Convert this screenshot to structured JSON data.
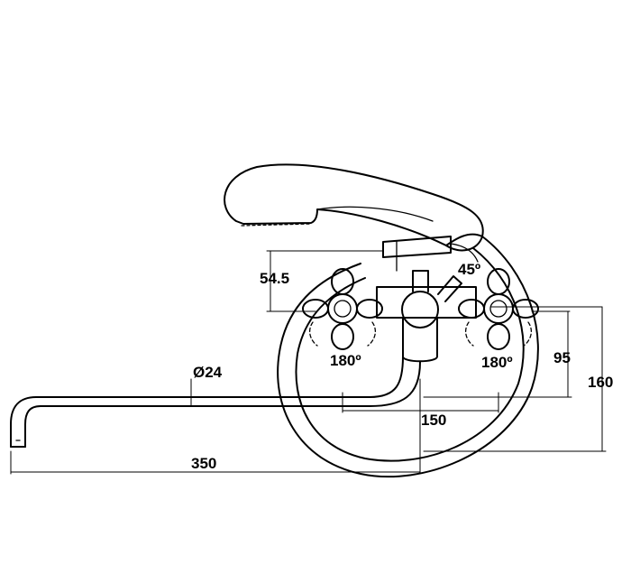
{
  "drawing": {
    "subject": "wall-mounted bath mixer with long spout and hand shower",
    "line_color": "#000000",
    "background_color": "#ffffff"
  },
  "dimensions": {
    "handshower_offset": "54.5",
    "diverter_angle": "45º",
    "left_handle_rotation": "180º",
    "right_handle_rotation": "180º",
    "spout_diameter": "Ø24",
    "spout_length": "350",
    "center_distance": "150",
    "spout_height": "95",
    "total_height": "160"
  }
}
